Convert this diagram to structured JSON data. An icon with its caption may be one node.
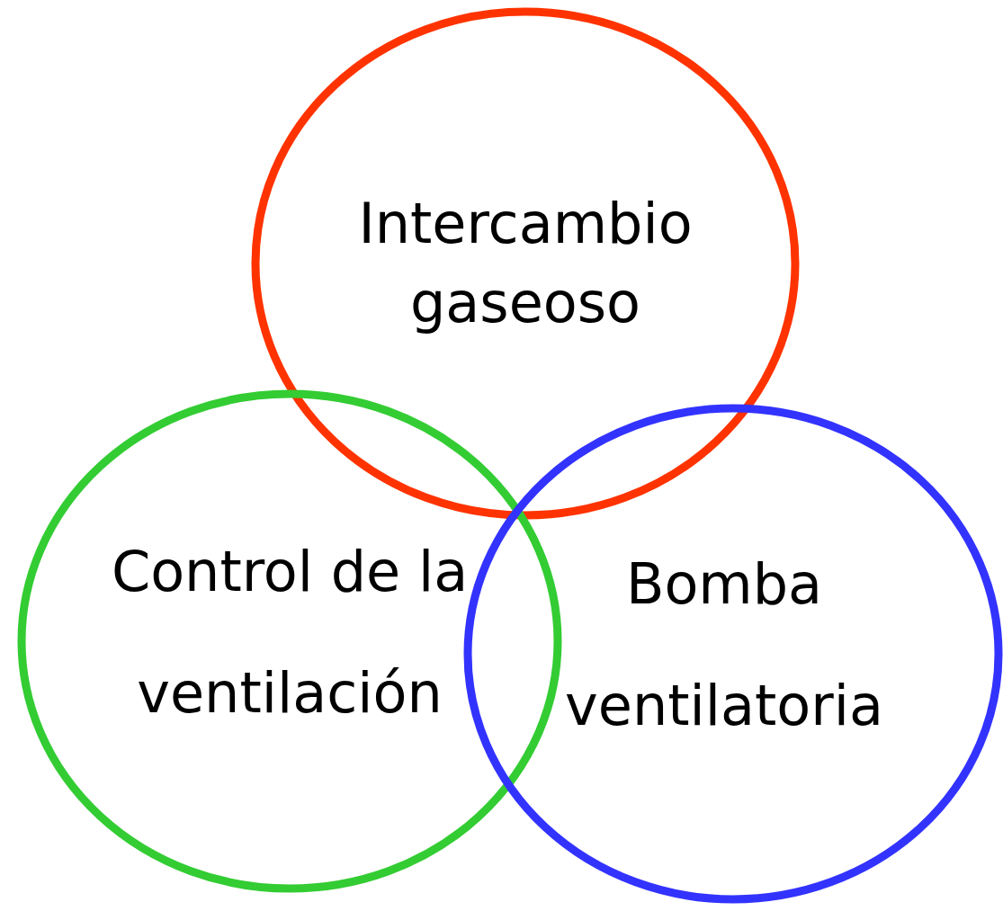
{
  "diagram": {
    "nodes": [
      {
        "text": [
          "Intercambio gaseoso"
        ]
      },
      {
        "text": [
          "Control de la ventilación"
        ]
      },
      {
        "text": [
          "Bomba ventilatoria"
        ]
      }
    ]
  }
}
